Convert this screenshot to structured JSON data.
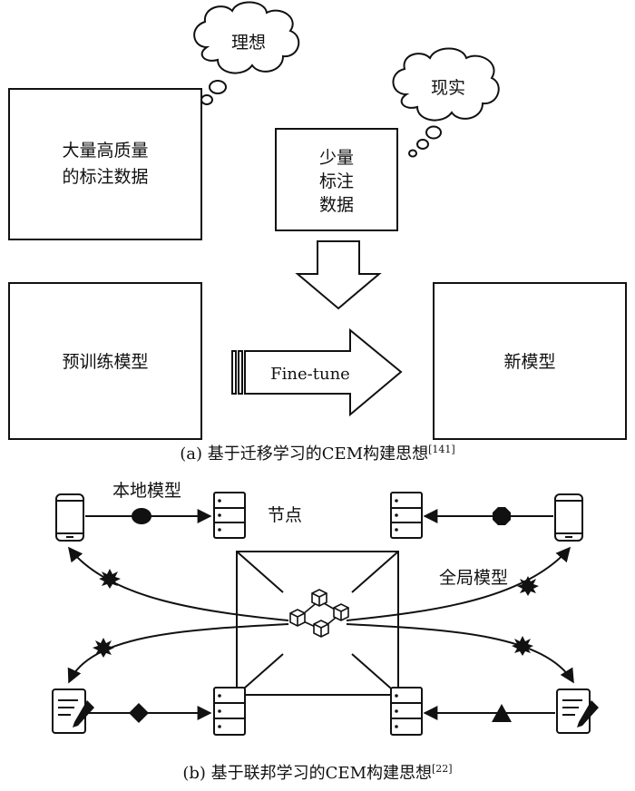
{
  "part_a": {
    "ideal_cloud": "理想",
    "reality_cloud": "现实",
    "big_data_line1": "大量高质量",
    "big_data_line2": "的标注数据",
    "small_data_line1": "少量",
    "small_data_line2": "标注",
    "small_data_line3": "数据",
    "pretrained_model": "预训练模型",
    "finetune_label": "Fine-tune",
    "new_model": "新模型",
    "caption": "(a) 基于迁移学习的CEM构建思想",
    "caption_ref": "[141]"
  },
  "part_b": {
    "local_model_label": "本地模型",
    "node_label": "节点",
    "global_model_label": "全局模型",
    "caption": "(b) 基于联邦学习的CEM构建思想",
    "caption_ref": "[22]"
  },
  "icons": {
    "phone": "smartphone-icon",
    "server": "server-icon",
    "tablet": "tablet-pen-icon",
    "blockchain": "blockchain-cubes-icon",
    "star": "star-burst-icon"
  }
}
